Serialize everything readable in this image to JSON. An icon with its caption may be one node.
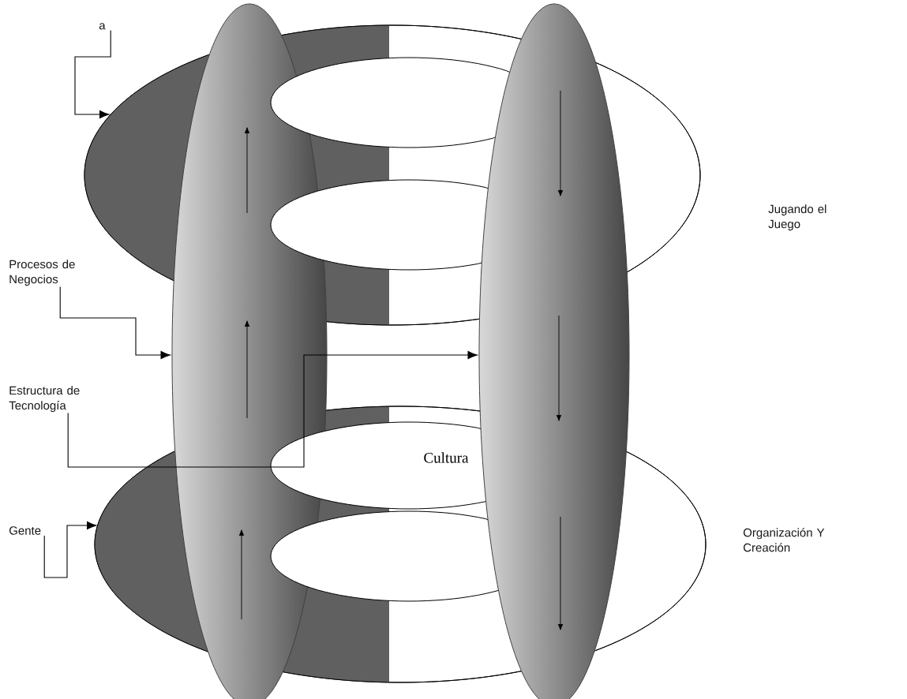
{
  "diagram": {
    "nodes": [
      {
        "text": [
          "a"
        ]
      },
      {
        "text": [],
        "shape": "ellipse"
      },
      {
        "text": [
          "Procesos de Negocios"
        ]
      },
      {
        "text": [],
        "shape": "ellipse"
      },
      {
        "text": [
          "Estructura de Tecnología"
        ]
      },
      {
        "text": [],
        "shape": "ellipse"
      },
      {
        "text": [
          "Gente"
        ]
      },
      {
        "text": [],
        "shape": "ellipse"
      },
      {
        "text": [],
        "shape": "ellipse",
        "in": 1
      },
      {
        "text": [],
        "shape": "ellipse",
        "in": 1
      },
      {
        "text": [],
        "shape": "ellipse",
        "in": 7
      },
      {
        "text": [],
        "shape": "ellipse",
        "in": 7
      }
    ],
    "edges": [
      {
        "from": 0,
        "to": 1,
        "arrow": "to"
      },
      {
        "from": 2,
        "to": 3,
        "arrow": "to"
      },
      {
        "from": 4,
        "to": 5,
        "arrow": "to"
      },
      {
        "from": 6,
        "to": 7,
        "arrow": "to"
      }
    ],
    "labels": [
      "Cultura",
      "Jugando el Juego",
      "Organización Y Creación"
    ]
  }
}
